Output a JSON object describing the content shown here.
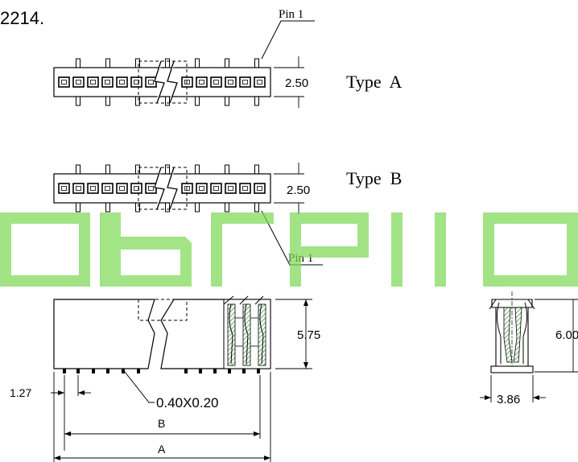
{
  "header": {
    "part_number": "2214."
  },
  "top_view": {
    "pin1_label_a": "Pin 1",
    "pin1_label_b": "Pin 1",
    "type_a_label": "Type  A",
    "type_b_label": "Type  B",
    "dim_a": "2.50",
    "dim_b": "2.50"
  },
  "front_view": {
    "height": "5.75",
    "pitch": "1.27",
    "pin_size": "0.40X0.20",
    "dim_b": "B",
    "dim_a": "A"
  },
  "side_view": {
    "height": "6.00",
    "width": "3.86"
  },
  "watermark": {
    "color": "#7ED957",
    "opacity": 0.72
  },
  "colors": {
    "line": "#000000",
    "hatch": "#2e8b2e"
  }
}
